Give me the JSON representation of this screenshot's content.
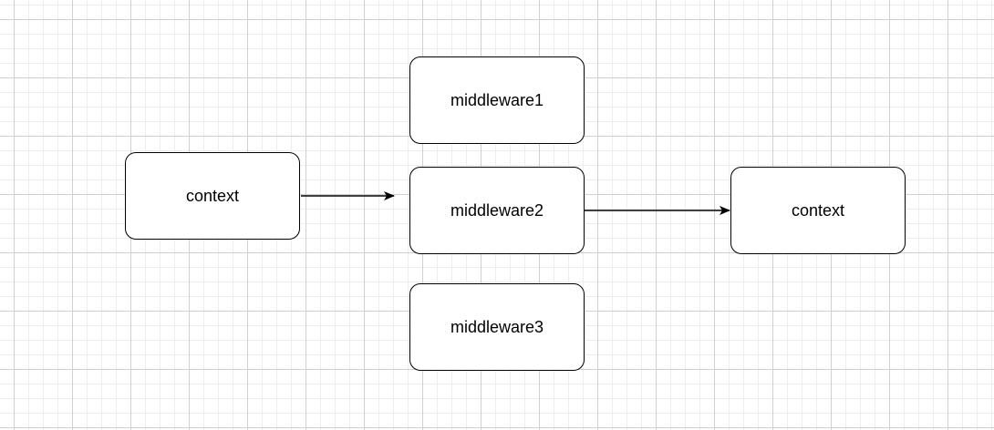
{
  "diagram": {
    "nodes": {
      "context_in": {
        "label": "context"
      },
      "middleware1": {
        "label": "middleware1"
      },
      "middleware2": {
        "label": "middleware2"
      },
      "middleware3": {
        "label": "middleware3"
      },
      "context_out": {
        "label": "context"
      }
    },
    "edges": [
      {
        "from": "context_in",
        "to": "middleware2"
      },
      {
        "from": "middleware2",
        "to": "context_out"
      }
    ]
  }
}
